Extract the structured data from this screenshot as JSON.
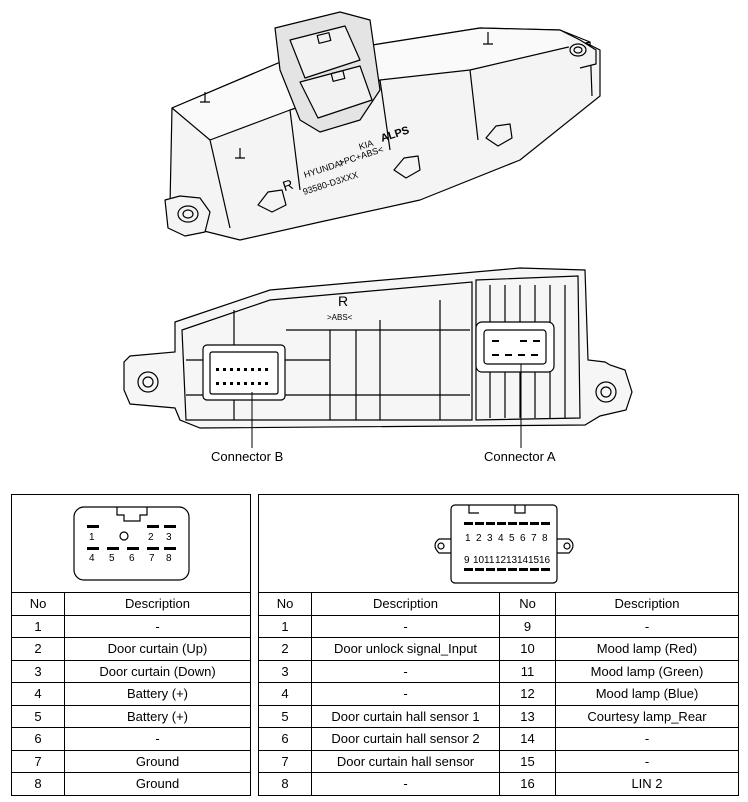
{
  "callouts": {
    "connector_b": "Connector B",
    "connector_a": "Connector A"
  },
  "part_markings": {
    "side": "R",
    "brand1": "HYUNDAI",
    "brand2": "KIA",
    "vendor": "ALPS",
    "material": ">PC+ABS<",
    "part_no": "93580-D3XXX",
    "bottom_material": ">ABS<",
    "bottom_side": "R"
  },
  "connector_a_pins": {
    "top": [
      "1",
      "",
      "2",
      "3"
    ],
    "bottom": [
      "4",
      "5",
      "6",
      "7",
      "8"
    ]
  },
  "connector_b_pins": {
    "top": [
      "1",
      "2",
      "3",
      "4",
      "5",
      "6",
      "7",
      "8"
    ],
    "bottom": [
      "9",
      "10",
      "11",
      "12",
      "13",
      "14",
      "15",
      "16"
    ]
  },
  "table_a": {
    "headers": [
      "No",
      "Description"
    ],
    "rows": [
      [
        "1",
        "-"
      ],
      [
        "2",
        "Door curtain (Up)"
      ],
      [
        "3",
        "Door curtain (Down)"
      ],
      [
        "4",
        "Battery (+)"
      ],
      [
        "5",
        "Battery (+)"
      ],
      [
        "6",
        "-"
      ],
      [
        "7",
        "Ground"
      ],
      [
        "8",
        "Ground"
      ]
    ]
  },
  "table_b": {
    "headers": [
      "No",
      "Description",
      "No",
      "Description"
    ],
    "rows": [
      [
        "1",
        "-",
        "9",
        "-"
      ],
      [
        "2",
        "Door unlock signal_Input",
        "10",
        "Mood lamp (Red)"
      ],
      [
        "3",
        "-",
        "11",
        "Mood lamp (Green)"
      ],
      [
        "4",
        "-",
        "12",
        "Mood lamp (Blue)"
      ],
      [
        "5",
        "Door curtain hall sensor 1",
        "13",
        "Courtesy lamp_Rear"
      ],
      [
        "6",
        "Door curtain hall sensor 2",
        "14",
        "-"
      ],
      [
        "7",
        "Door curtain hall sensor",
        "15",
        "-"
      ],
      [
        "8",
        "-",
        "16",
        "LIN 2"
      ]
    ]
  }
}
